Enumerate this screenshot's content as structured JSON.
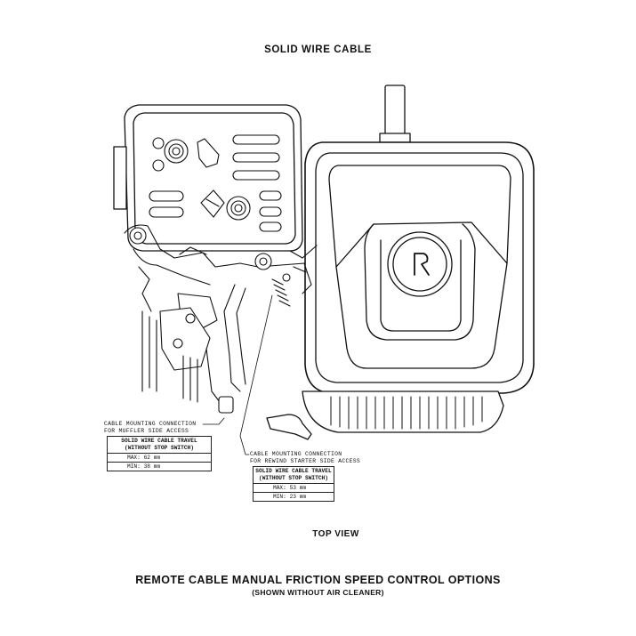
{
  "title_top": "SOLID WIRE CABLE",
  "view_label": "TOP VIEW",
  "main_title": "REMOTE CABLE MANUAL FRICTION SPEED CONTROL OPTIONS",
  "main_subtitle": "(SHOWN WITHOUT AIR CLEANER)",
  "callouts": {
    "muffler": {
      "line1": "CABLE MOUNTING CONNECTION",
      "line2": "FOR MUFFLER SIDE ACCESS"
    },
    "rewind": {
      "line1": "CABLE MOUNTING CONNECTION",
      "line2": "FOR REWIND STARTER SIDE ACCESS"
    }
  },
  "tables": {
    "muffler": {
      "title": "SOLID WIRE CABLE TRAVEL",
      "subtitle": "(WITHOUT STOP SWITCH)",
      "max": "MAX:  62 mm",
      "min": "MIN:  38 mm"
    },
    "rewind": {
      "title": "SOLID WIRE CABLE TRAVEL",
      "subtitle": "(WITHOUT STOP SWITCH)",
      "max": "MAX:  53 mm",
      "min": "MIN:  23 mm"
    }
  }
}
